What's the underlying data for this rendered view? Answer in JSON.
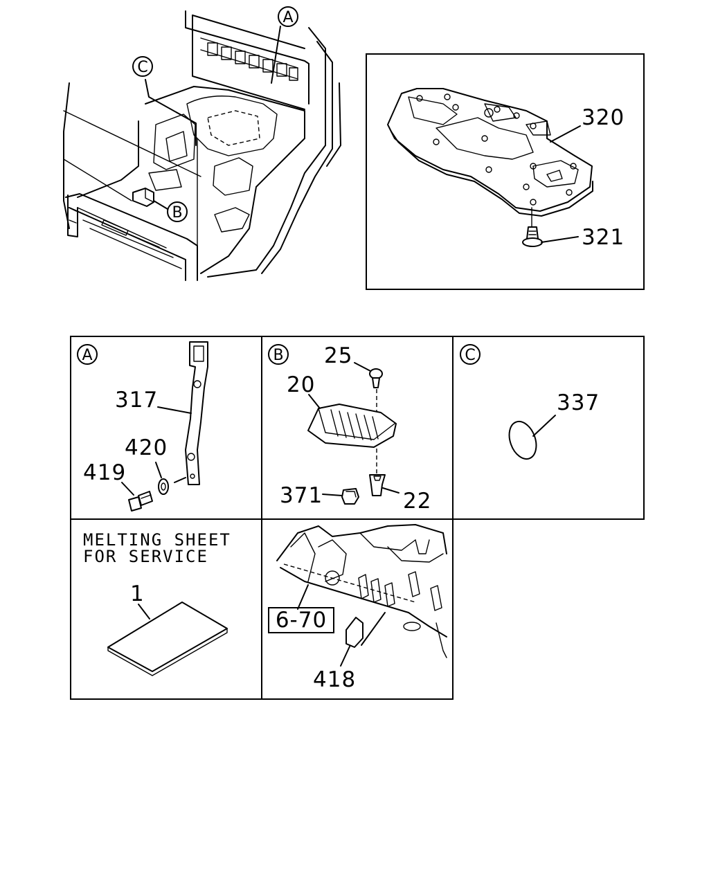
{
  "callouts": {
    "a": "A",
    "b": "B",
    "c": "C"
  },
  "parts": {
    "p320": "320",
    "p321": "321",
    "p317": "317",
    "p420": "420",
    "p419": "419",
    "p25": "25",
    "p20": "20",
    "p371": "371",
    "p22": "22",
    "p337": "337",
    "p1": "1",
    "p418": "418"
  },
  "reference": "6-70",
  "note": {
    "line1": "MELTING SHEET",
    "line2": "FOR SERVICE"
  }
}
